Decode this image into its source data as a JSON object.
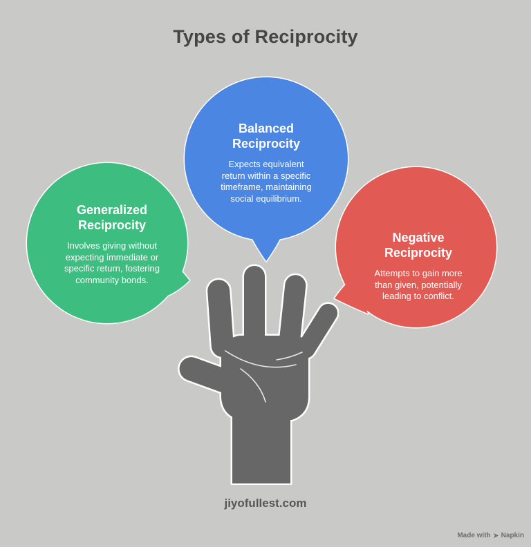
{
  "page": {
    "title": "Types of Reciprocity",
    "footer_site": "jiyofullest.com",
    "watermark": {
      "prefix": "Made with",
      "brand": "Napkin"
    }
  },
  "bubbles": [
    {
      "id": "generalized",
      "title_lines": [
        "Generalized",
        "Reciprocity"
      ],
      "body_lines": [
        "Involves giving without",
        "expecting immediate or",
        "specific return, fostering",
        "community bonds."
      ],
      "color": "#3DBE80"
    },
    {
      "id": "balanced",
      "title_lines": [
        "Balanced",
        "Reciprocity"
      ],
      "body_lines": [
        "Expects equivalent",
        "return within a specific",
        "timeframe, maintaining",
        "social equilibrium."
      ],
      "color": "#4B86E2"
    },
    {
      "id": "negative",
      "title_lines": [
        "Negative",
        "Reciprocity"
      ],
      "body_lines": [
        "Attempts to gain more",
        "than given, potentially",
        "leading to conflict."
      ],
      "color": "#E25A54"
    }
  ],
  "illustration": {
    "name": "open-hand",
    "color": "#676767"
  },
  "colors": {
    "background": "#C9C9C7",
    "title_text": "#454545",
    "footer_text": "#565656",
    "bubble_text": "#FFFFFF",
    "outline": "#FFFFFF",
    "hand": "#676767",
    "green": "#3DBE80",
    "blue": "#4B86E2",
    "red": "#E25A54",
    "watermark_text": "#6E6E6E"
  }
}
